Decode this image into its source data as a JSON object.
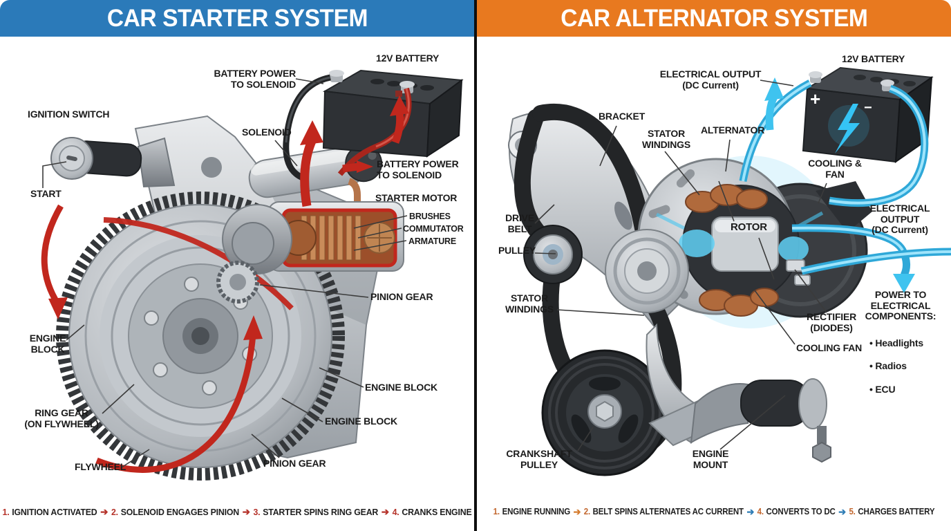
{
  "glyphs": {
    "flow_arrow": "➔"
  },
  "left_panel": {
    "title": "CAR STARTER SYSTEM",
    "header_color": "#2b7ab9",
    "accent_color": "#c1271d",
    "labels": {
      "battery": "12V BATTERY",
      "battery_power_top": "BATTERY POWER\nTO SOLENOID",
      "ignition_switch": "IGNITION SWITCH",
      "solenoid": "SOLENOID",
      "start": "START",
      "battery_power_mid": "BATTERY POWER\nTO SOLENOID",
      "starter_motor": "STARTER MOTOR",
      "brushes": "BRUSHES",
      "commutator": "COMMUTATOR",
      "armature": "ARMATURE",
      "pinion_gear_upper": "PINION GEAR",
      "engine_block_left": "ENGINE\nBLOCK",
      "ring_gear": "RING GEAR\n(ON FLYWHEEL)",
      "engine_block_mid": "ENGINE BLOCK",
      "engine_block_lower": "ENGINE BLOCK",
      "flywheel": "FLYWHEEL",
      "pinion_gear_lower": "PINION GEAR"
    },
    "footer": {
      "number_color": "#b5332a",
      "arrow_colors": [
        "#b5332a",
        "#b5332a",
        "#b5332a"
      ],
      "steps": [
        {
          "num": "1.",
          "text": "IGNITION ACTIVATED"
        },
        {
          "num": "2.",
          "text": "SOLENOID ENGAGES PINION"
        },
        {
          "num": "3.",
          "text": "STARTER SPINS RING GEAR"
        },
        {
          "num": "4.",
          "text": "CRANKS ENGINE"
        }
      ]
    }
  },
  "right_panel": {
    "title": "CAR ALTERNATOR SYSTEM",
    "header_color": "#e8791f",
    "accent_color": "#41c4f0",
    "labels": {
      "electrical_output_top": "ELECTRICAL OUTPUT\n(DC Current)",
      "battery": "12V BATTERY",
      "bracket": "BRACKET",
      "stator_windings_upper": "STATOR\nWINDINGS",
      "alternator": "ALTERNATOR",
      "cooling_fan_upper": "COOLING &\nFAN",
      "drive_belt": "DRIVE\nBELT",
      "electrical_output_right": "ELECTRICAL\nOUTPUT\n(DC Current)",
      "pulley": "PULLEY",
      "rotor": "ROTOR",
      "stator_windings_lower": "STATOR\nWINDINGS",
      "power_components_title": "POWER TO\nELECTRICAL\nCOMPONENTS:",
      "power_components_items": [
        "• Headlights",
        "• Radios",
        "• ECU"
      ],
      "rectifier": "RECTIFIER\n(DIODES)",
      "cooling_fan_lower": "COOLING FAN",
      "crankshaft_pulley": "CRANKSHAFT\nPULLEY",
      "engine_mount": "ENGINE\nMOUNT",
      "battery_plus": "+",
      "battery_minus": "−"
    },
    "footer": {
      "number_color": "#c2662d",
      "arrow_colors": [
        "#d57c2f",
        "#2e7cb5",
        "#2e7cb5"
      ],
      "steps": [
        {
          "num": "1.",
          "text": "ENGINE RUNNING"
        },
        {
          "num": "2.",
          "text": "BELT SPINS ALTERNATES AC CURRENT"
        },
        {
          "num": "4.",
          "text": "CONVERTS TO DC"
        },
        {
          "num": "5.",
          "text": "CHARGES BATTERY"
        }
      ]
    }
  }
}
